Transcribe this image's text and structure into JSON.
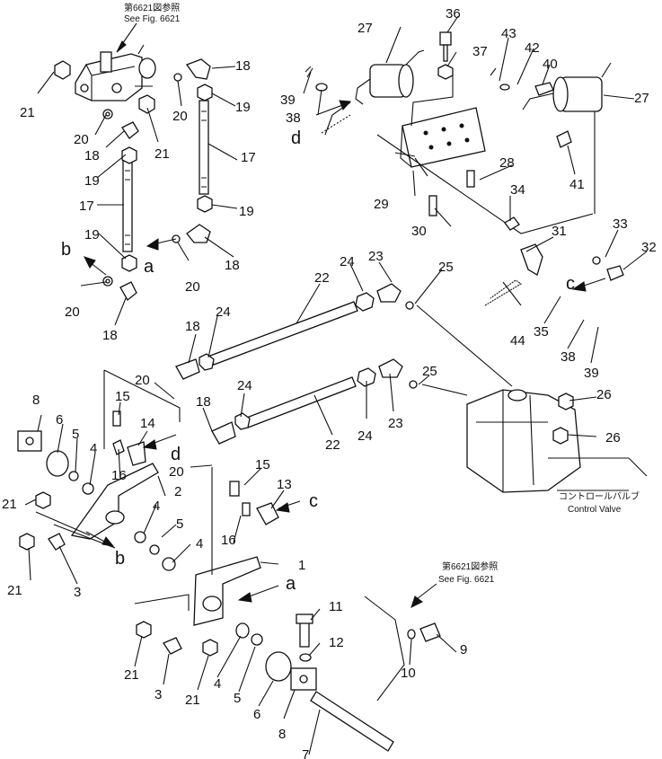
{
  "notes": {
    "see_fig_top_jp": "第6621図参照",
    "see_fig_top_en": "See Fig. 6621",
    "see_fig_bottom_jp": "第6621図参照",
    "see_fig_bottom_en": "See Fig. 6621",
    "control_valve_jp": "コントロールバルブ",
    "control_valve_en": "Control Valve"
  },
  "letters": {
    "a1": "a",
    "a2": "a",
    "b1": "b",
    "b2": "b",
    "c1": "c",
    "c2": "c",
    "d1": "d",
    "d2": "d"
  },
  "callouts": {
    "c21a": "21",
    "c20a": "20",
    "c18a": "18",
    "c21b": "21",
    "c20b": "20",
    "c18b": "18",
    "c19a": "19",
    "c19b": "19",
    "c17a": "17",
    "c17b": "17",
    "c19c": "19",
    "c19d": "19",
    "c20c": "20",
    "c18c": "18",
    "c20d": "20",
    "c18d": "18",
    "c27a": "27",
    "c36": "36",
    "c37": "37",
    "c43": "43",
    "c42": "42",
    "c40": "40",
    "c27b": "27",
    "c39a": "39",
    "c38a": "38",
    "c28": "28",
    "c29": "29",
    "c30": "30",
    "c34": "34",
    "c41": "41",
    "c33": "33",
    "c32": "32",
    "c31": "31",
    "c22a": "22",
    "c24a": "24",
    "c23a": "23",
    "c25a": "25",
    "c18e": "18",
    "c24b": "24",
    "c44": "44",
    "c35": "35",
    "c38b": "38",
    "c39b": "39",
    "c20e": "20",
    "c8a": "8",
    "c15a": "15",
    "c14": "14",
    "c6a": "6",
    "c5a": "5",
    "c4a": "4",
    "c16a": "16",
    "c18f": "18",
    "c24c": "24",
    "c25b": "25",
    "c26a": "26",
    "c26b": "26",
    "c24d": "24",
    "c23b": "23",
    "c22b": "22",
    "c2": "2",
    "c21c": "21",
    "c20f": "20",
    "c15b": "15",
    "c13": "13",
    "c4b": "4",
    "c5b": "5",
    "c4c": "4",
    "c16b": "16",
    "c1": "1",
    "c21d": "21",
    "c3a": "3",
    "c11": "11",
    "c12": "12",
    "c9": "9",
    "c10": "10",
    "c21e": "21",
    "c3b": "3",
    "c21f": "21",
    "c4d": "4",
    "c5c": "5",
    "c6b": "6",
    "c8b": "8",
    "c7": "7"
  }
}
